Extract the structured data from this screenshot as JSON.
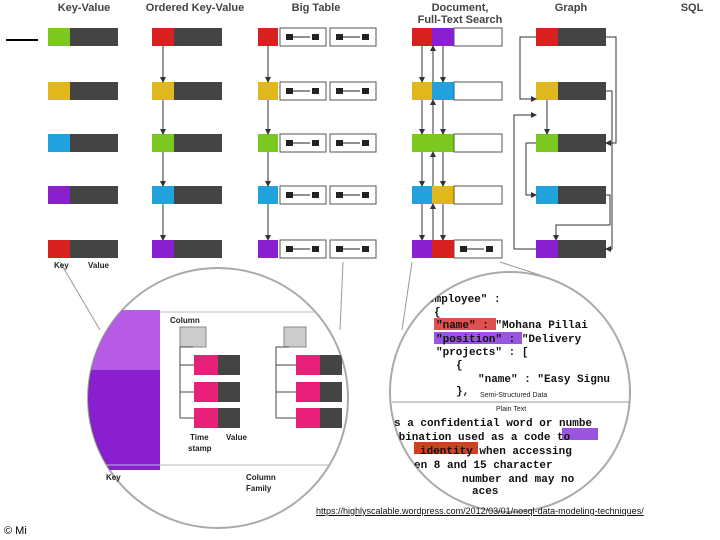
{
  "headers": {
    "key_value": "Key-Value",
    "ordered_key_value": "Ordered Key-Value",
    "big_table": "Big Table",
    "document_line1": "Document,",
    "document_line2": "Full-Text Search",
    "graph": "Graph",
    "sql": "SQL"
  },
  "labels": {
    "key": "Key",
    "value": "Value"
  },
  "colors": {
    "green": "#7cc820",
    "yellow": "#e0b81c",
    "blue": "#22a2dc",
    "purple": "#8a1fd0",
    "red": "#d82020",
    "dark": "#444444",
    "pink": "#e8207a"
  },
  "zoom_left": {
    "column": "Column",
    "time_stamp_line1": "Time",
    "time_stamp_line2": "stamp",
    "value": "Value",
    "key": "Key",
    "column_family_line1": "Column",
    "column_family_line2": "Family"
  },
  "zoom_right": {
    "json_lines": [
      "employee\" :",
      "{",
      "\"name\" : \"Mohana Pillai",
      "\"position\" : \"Delivery",
      "\"projects\" : [",
      "{",
      "\"name\" : \"Easy Signu",
      "},"
    ],
    "semi_structured": "Semi-Structured Data",
    "plain_text": "Plain Text",
    "text_lines": [
      "s a confidential word or numbe",
      "mbination used as a code to",
      "identity when accessing",
      "en 8 and 15 character",
      "number and may no",
      "aces"
    ]
  },
  "source_url": "https://highlyscalable.wordpress.com/2012/03/01/nosql-data-modeling-techniques/",
  "copyright": "© Mi"
}
